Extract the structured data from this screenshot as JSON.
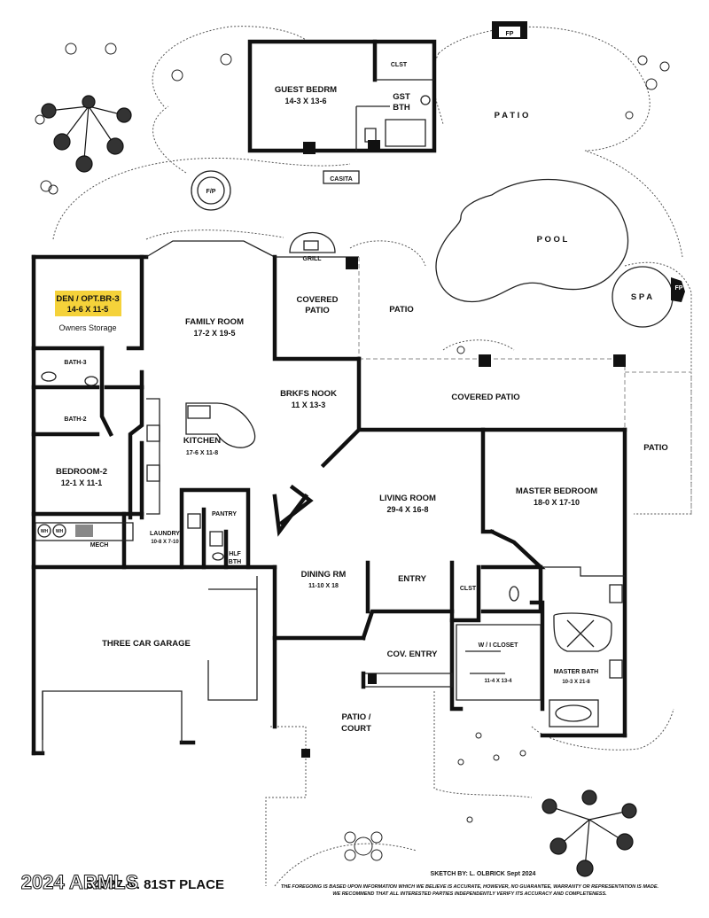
{
  "rooms": {
    "guest_bedroom": {
      "name": "GUEST BEDRM",
      "dims": "14-3  X  13-6"
    },
    "closet_guest": {
      "name": "CLST"
    },
    "guest_bath": {
      "name": "GST",
      "name2": "BTH"
    },
    "casita": {
      "name": "CASITA"
    },
    "patio_top": {
      "name": "P A T I O"
    },
    "pool": {
      "name": "P O O L"
    },
    "spa": {
      "name": "S P A"
    },
    "fp_top": {
      "name": "FP"
    },
    "fp_casita": {
      "name": "F/P"
    },
    "fp_spa": {
      "name": "FP"
    },
    "grill": {
      "name": "GRILL"
    },
    "den": {
      "name": "DEN / OPT.BR-3",
      "dims": "14-6  X  11-5",
      "note": "Owners Storage"
    },
    "bath3": {
      "name": "BATH-3"
    },
    "bath2": {
      "name": "BATH-2"
    },
    "family_room": {
      "name": "FAMILY ROOM",
      "dims": "17-2  X  19-5"
    },
    "covered_patio_1": {
      "name": "COVERED",
      "name2": "PATIO"
    },
    "patio_mid": {
      "name": "PATIO"
    },
    "brkfs_nook": {
      "name": "BRKFS NOOK",
      "dims": "11 X 13-3"
    },
    "covered_patio_2": {
      "name": "COVERED PATIO"
    },
    "patio_right": {
      "name": "PATIO"
    },
    "kitchen": {
      "name": "KITCHEN",
      "dims": "17-6 X 11-8"
    },
    "bedroom2": {
      "name": "BEDROOM-2",
      "dims": "12-1  X  11-1"
    },
    "living_room": {
      "name": "LIVING ROOM",
      "dims": "29-4  X  16-8"
    },
    "master_bedroom": {
      "name": "MASTER BEDROOM",
      "dims": "18-0  X  17-10"
    },
    "pantry": {
      "name": "PANTRY"
    },
    "laundry": {
      "name": "LAUNDRY",
      "dims": "10-8 X 7-10"
    },
    "mech": {
      "name": "MECH"
    },
    "wh1": {
      "name": "WH"
    },
    "wh2": {
      "name": "WH"
    },
    "hlf_bth": {
      "name": "HLF",
      "name2": "BTH"
    },
    "dining": {
      "name": "DINING RM",
      "dims": "11-10 X 18"
    },
    "entry": {
      "name": "ENTRY"
    },
    "clst_master": {
      "name": "CLST"
    },
    "wi_closet": {
      "name": "W / I  CLOSET",
      "dims": "11-4 X 13-4"
    },
    "master_bath": {
      "name": "MASTER BATH",
      "dims": "10-3 X 21-8"
    },
    "garage": {
      "name": "THREE CAR GARAGE"
    },
    "cov_entry": {
      "name": "COV. ENTRY"
    },
    "patio_court": {
      "name": "PATIO /",
      "name2": "COURT"
    }
  },
  "footer": {
    "watermark": "2024 ARMLS",
    "address": "34327 N. 81ST PLACE",
    "sketch_by": "SKETCH BY:   L. OLBRICK   Sept 2024",
    "disclaimer1": "THE FOREGOING IS BASED UPON INFORMATION WHICH WE BELIEVE IS ACCURATE, HOWEVER, NO GUARANTEE, WARRANTY OR REPRESENTATION IS MADE.",
    "disclaimer2": "WE RECOMMEND THAT ALL INTERESTED PARTIES INDEPENDENTLY VERIFY ITS ACCURACY AND COMPLETENESS."
  },
  "colors": {
    "highlight": "#f5d23a",
    "wall": "#111111"
  }
}
